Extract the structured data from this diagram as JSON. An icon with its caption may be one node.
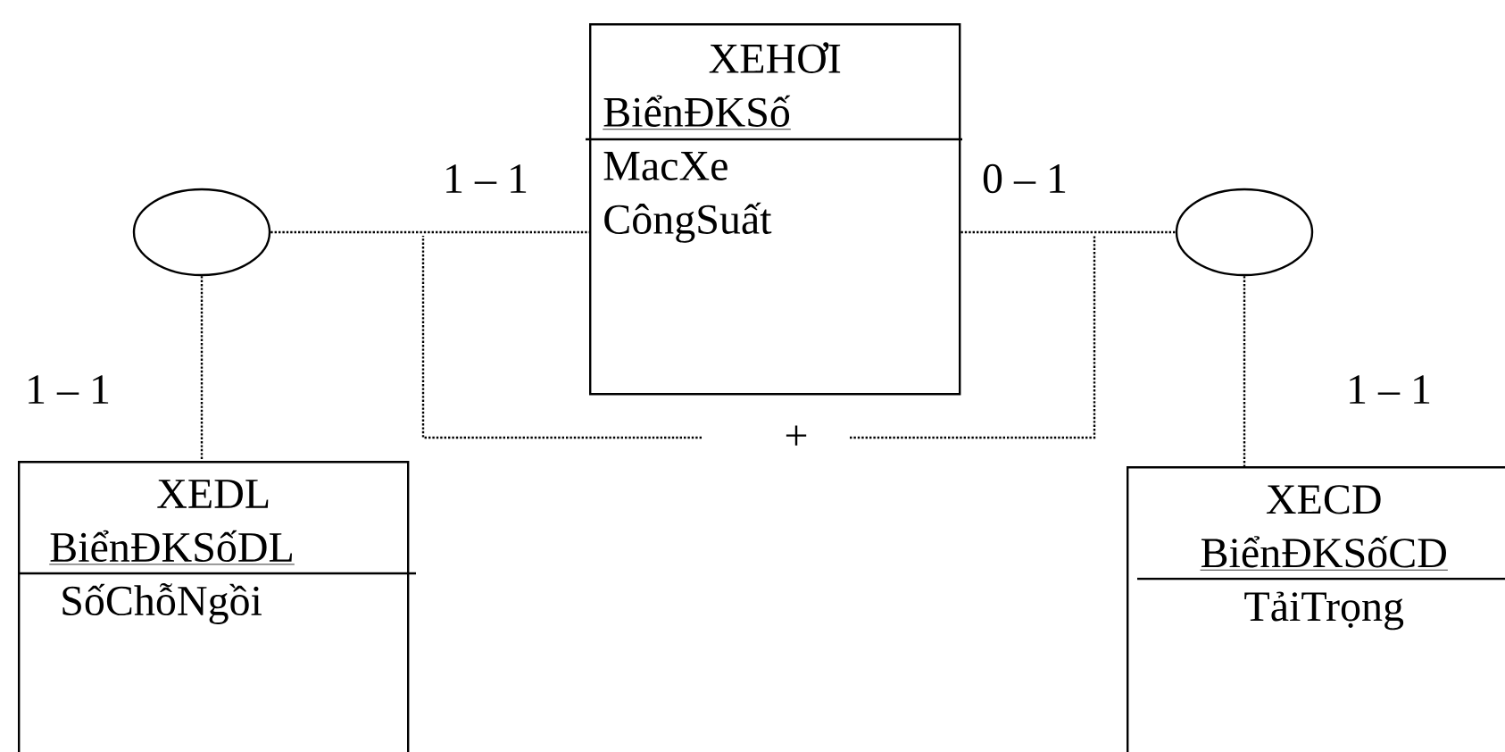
{
  "diagram": {
    "nodes": [
      {
        "text": [
          "XEHƠI",
          "BiểnĐKSố",
          "MacXe",
          "CôngSuất"
        ]
      },
      {
        "text": [],
        "shape": "circle"
      },
      {
        "text": [],
        "shape": "circle"
      },
      {
        "text": [
          "XEDL",
          "BiểnĐKSốDL",
          "SốChỗNgồi"
        ]
      },
      {
        "text": [
          "XECD",
          "BiểnĐKSốCD",
          "TảiTrọng"
        ]
      }
    ],
    "edges": [
      {
        "from": 1,
        "to": 0,
        "arrow": "none",
        "label": "1 – 1"
      },
      {
        "from": 1,
        "to": 3,
        "arrow": "none",
        "label": "1 – 1"
      },
      {
        "from": 0,
        "to": 2,
        "arrow": "none",
        "label": "0 – 1"
      },
      {
        "from": 2,
        "to": 4,
        "arrow": "none",
        "label": "1 – 1"
      }
    ],
    "labels": [
      "+"
    ]
  }
}
